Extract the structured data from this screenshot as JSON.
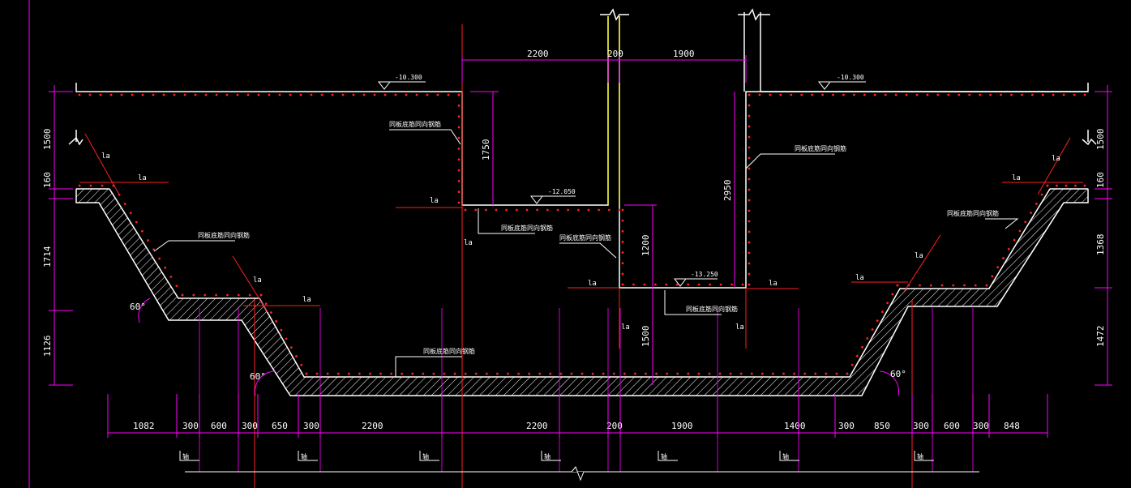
{
  "colors": {
    "background": "#000000",
    "structure": "#ffffff",
    "dimension": "#ff00ff",
    "rebar": "#ff2020",
    "yellow": "#ffff00",
    "text": "#ffffff"
  },
  "elevations": {
    "left_top": "-10.300",
    "right_top": "-10.300",
    "mid": "-12.050",
    "pit": "-13.250"
  },
  "top_dims": [
    "2200",
    "200",
    "1900"
  ],
  "left_vertical_dims": [
    "1500",
    "160",
    "1714",
    "1126"
  ],
  "right_vertical_dims": [
    "1500",
    "160",
    "1368",
    "1472"
  ],
  "inner_vertical_dims": [
    "1750",
    "2950",
    "1200",
    "1500"
  ],
  "bottom_dims": [
    "1082",
    "300",
    "600",
    "300",
    "650",
    "300",
    "2200",
    "2200",
    "200",
    "1900",
    "1400",
    "300",
    "850",
    "300",
    "600",
    "300",
    "848"
  ],
  "angles": [
    "60°",
    "60°",
    "60°"
  ],
  "la_label": "la",
  "rebar_notes": [
    "同板底筋同向钢筋",
    "同板底筋同向钢筋",
    "同板底筋同向钢筋",
    "同板底筋同向钢筋",
    "同板底筋同向钢筋",
    "同板底筋同向钢筋",
    "同板底筋同向钢筋",
    "同板底筋同向钢筋"
  ],
  "axis_marks": [
    "轴",
    "轴",
    "轴",
    "轴",
    "轴",
    "轴",
    "轴"
  ]
}
